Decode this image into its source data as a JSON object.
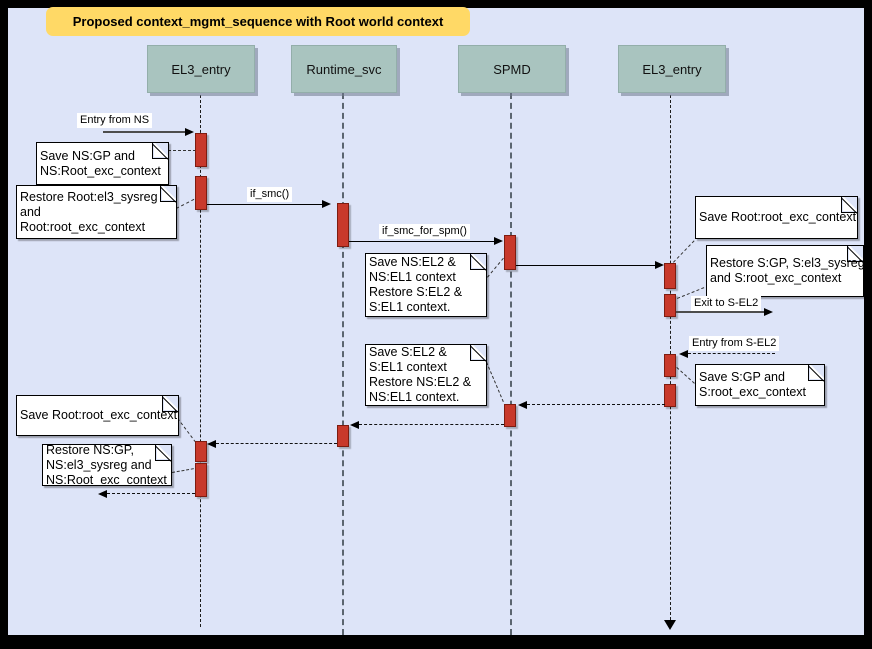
{
  "title": "Proposed context_mgmt_sequence with Root world context",
  "actors": [
    {
      "name": "EL3_entry"
    },
    {
      "name": "Runtime_svc"
    },
    {
      "name": "SPMD"
    },
    {
      "name": "EL3_entry"
    }
  ],
  "messages": {
    "entry_from_ns": "Entry from NS",
    "if_smc": "if_smc()",
    "if_smc_for_spm": "if_smc_for_spm()",
    "exit_to_s_el2": "Exit to S-EL2",
    "entry_from_s_el2": "Entry from S-EL2"
  },
  "notes": [
    {
      "id": "save-ns-gp",
      "text": "Save NS:GP and\nNS:Root_exc_context"
    },
    {
      "id": "restore-root-el3-sysreg",
      "text": "Restore Root:el3_sysreg\nand\nRoot:root_exc_context"
    },
    {
      "id": "save-ns-el2",
      "text": "Save NS:EL2 &\nNS:EL1 context\nRestore S:EL2 &\nS:EL1 context."
    },
    {
      "id": "save-root-root-exc-right",
      "text": "Save Root:root_exc_context"
    },
    {
      "id": "restore-s-gp",
      "text": "Restore S:GP, S:el3_sysreg\nand S:root_exc_context"
    },
    {
      "id": "save-s-gp",
      "text": "Save S:GP and\nS:root_exc_context"
    },
    {
      "id": "save-s-el2",
      "text": "Save S:EL2 &\nS:EL1 context\nRestore NS:EL2 &\nNS:EL1 context."
    },
    {
      "id": "save-root-root-exc-left",
      "text": "Save Root:root_exc_context"
    },
    {
      "id": "restore-ns-gp",
      "text": "Restore NS:GP,\nNS:el3_sysreg and\nNS:Root_exc_context"
    }
  ],
  "colors": {
    "frame": "#000000",
    "canvas_bg": "#dde4f8",
    "title_bg": "#ffd966",
    "actor_fill": "#a9c4bf",
    "actor_border": "#93aeaa",
    "activation_fill": "#c8392b",
    "activation_border": "#7e1c10",
    "note_fill": "#ffffff",
    "lifeline_gray": "#5b6570"
  }
}
